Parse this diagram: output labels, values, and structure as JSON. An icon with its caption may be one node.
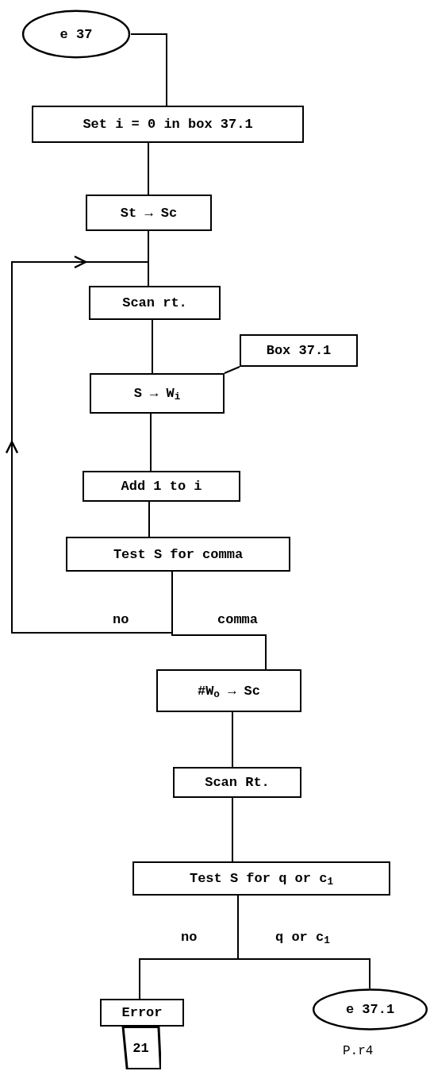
{
  "diagram": {
    "nodes": [
      {
        "text": [
          "e 37"
        ]
      },
      {
        "text": [
          "Set i = 0 in box 37.1"
        ]
      },
      {
        "text": [
          "St → Sc"
        ]
      },
      {
        "text": [
          "Scan rt."
        ]
      },
      {
        "text": [
          "Box 37.1"
        ]
      },
      {
        "text": [
          "S → W$_{i}$"
        ]
      },
      {
        "text": [
          "Add 1 to i"
        ]
      },
      {
        "text": [
          "Test S for comma"
        ]
      },
      {
        "text": [
          "#W$_{o}$ → Sc"
        ]
      },
      {
        "text": [
          "Scan Rt."
        ]
      },
      {
        "text": [
          "Test S for q or c$_{1}$"
        ]
      },
      {
        "text": [
          "Error"
        ]
      },
      {
        "text": [
          "21"
        ]
      },
      {
        "text": [
          "e 37.1"
        ]
      }
    ],
    "edges": [
      {
        "from": 0,
        "to": 1,
        "arrow": "none"
      },
      {
        "from": 1,
        "to": 2,
        "arrow": "none"
      },
      {
        "from": 2,
        "to": 3,
        "arrow": "none"
      },
      {
        "from": 7,
        "to": 3,
        "label": "no",
        "arrow": "to"
      },
      {
        "from": 3,
        "to": 5,
        "arrow": "none"
      },
      {
        "from": 4,
        "to": 5,
        "arrow": "none"
      },
      {
        "from": 5,
        "to": 6,
        "arrow": "none"
      },
      {
        "from": 6,
        "to": 7,
        "arrow": "none"
      },
      {
        "from": 7,
        "to": 8,
        "label": "comma",
        "arrow": "none"
      },
      {
        "from": 8,
        "to": 9,
        "arrow": "none"
      },
      {
        "from": 9,
        "to": 10,
        "arrow": "none"
      },
      {
        "from": 10,
        "to": 11,
        "label": "no",
        "arrow": "none"
      },
      {
        "from": 10,
        "to": 13,
        "label": "q or c$_{1}$",
        "arrow": "none"
      }
    ],
    "labels": [
      "P.r4"
    ]
  }
}
